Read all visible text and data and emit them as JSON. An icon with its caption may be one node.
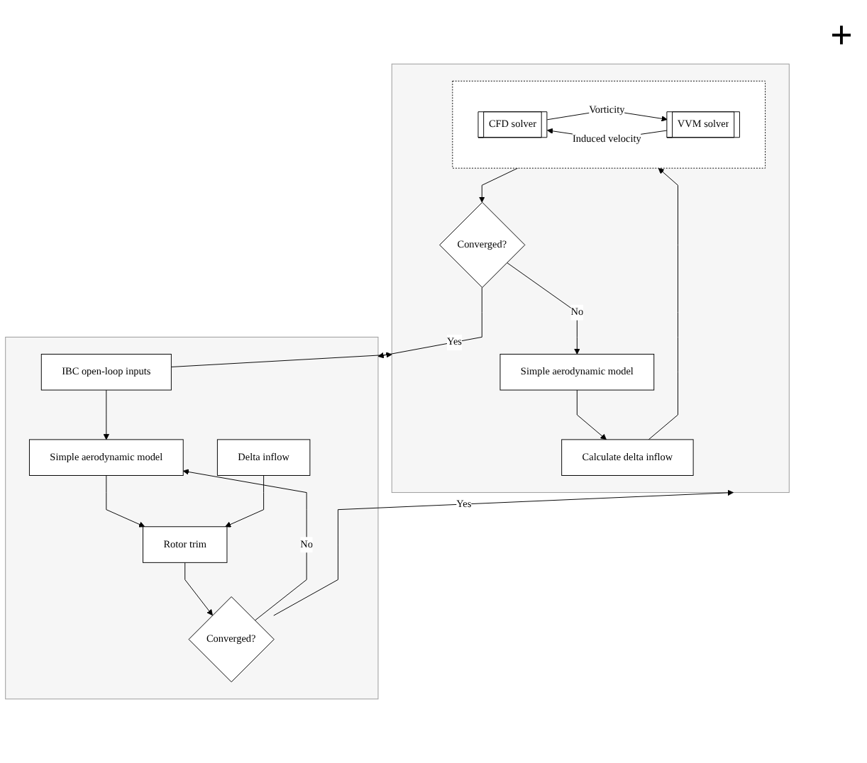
{
  "diagram": {
    "nodes": [
      {
        "text": [],
        "shape": "box"
      },
      {
        "text": [],
        "shape": "box",
        "in": 0
      },
      {
        "text": [
          "CFD solver"
        ],
        "in": 1
      },
      {
        "text": [
          "VVM solver"
        ],
        "in": 1
      },
      {
        "text": [
          "Calculate delta inflow"
        ],
        "in": 0
      },
      {
        "text": [
          "Converged?"
        ],
        "in": 0
      },
      {
        "text": [
          "Simple aerodynamic model"
        ],
        "in": 0
      },
      {
        "text": [],
        "shape": "box"
      },
      {
        "text": [
          "IBC open-loop inputs"
        ],
        "in": 7
      },
      {
        "text": [
          "Simple aerodynamic model"
        ],
        "in": 7
      },
      {
        "text": [
          "Delta inflow"
        ],
        "in": 7
      },
      {
        "text": [
          "Rotor trim"
        ],
        "in": 7
      },
      {
        "text": [
          "Converged?"
        ],
        "in": 7
      }
    ],
    "edges": [
      {
        "from": 2,
        "to": 3,
        "arrow": "to",
        "label": "Vorticity"
      },
      {
        "from": 3,
        "to": 2,
        "arrow": "to",
        "label": "Induced velocity"
      },
      {
        "from": 4,
        "to": 1,
        "arrow": "to"
      },
      {
        "from": 1,
        "to": 5,
        "arrow": "to"
      },
      {
        "from": 5,
        "to": 6,
        "arrow": "to",
        "label": "No"
      },
      {
        "from": 6,
        "to": 4,
        "arrow": "to"
      },
      {
        "from": 5,
        "to": 7,
        "arrow": "to",
        "label": "Yes"
      },
      {
        "from": 8,
        "to": 9,
        "arrow": "to"
      },
      {
        "from": 8,
        "to": 0,
        "arrow": "to"
      },
      {
        "from": 12,
        "to": 0,
        "arrow": "to",
        "label": "Yes"
      },
      {
        "from": 12,
        "to": 9,
        "arrow": "to",
        "label": "No"
      },
      {
        "from": 9,
        "to": 11,
        "arrow": "to"
      },
      {
        "from": 10,
        "to": 11,
        "arrow": "to"
      },
      {
        "from": 11,
        "to": 12,
        "arrow": "to"
      }
    ],
    "labels": [
      "+"
    ]
  }
}
